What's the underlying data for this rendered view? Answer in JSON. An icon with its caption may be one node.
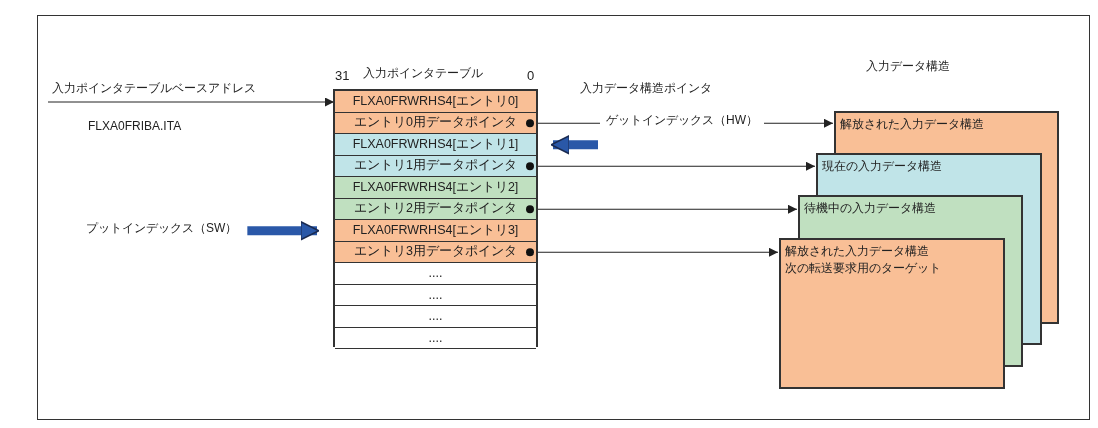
{
  "diagram": {
    "nodes": [
      {
        "text": [
          "入力ポインタテーブル"
        ]
      },
      {
        "text": [
          "FLXA0FRWRHS4[エントリ0]"
        ],
        "in": 0
      },
      {
        "text": [
          "エントリ0用データポインタ"
        ],
        "in": 0
      },
      {
        "text": [
          "FLXA0FRWRHS4[エントリ1]"
        ],
        "in": 0
      },
      {
        "text": [
          "エントリ1用データポインタ"
        ],
        "in": 0
      },
      {
        "text": [
          "FLXA0FRWRHS4[エントリ2]"
        ],
        "in": 0
      },
      {
        "text": [
          "エントリ2用データポインタ"
        ],
        "in": 0
      },
      {
        "text": [
          "FLXA0FRWRHS4[エントリ3]"
        ],
        "in": 0
      },
      {
        "text": [
          "エントリ3用データポインタ"
        ],
        "in": 0
      },
      {
        "text": [
          "...."
        ],
        "in": 0
      },
      {
        "text": [
          "...."
        ],
        "in": 0
      },
      {
        "text": [
          "...."
        ],
        "in": 0
      },
      {
        "text": [
          "...."
        ],
        "in": 0
      },
      {
        "text": [
          "解放された入力データ構造"
        ]
      },
      {
        "text": [
          "現在の入力データ構造"
        ]
      },
      {
        "text": [
          "待機中の入力データ構造"
        ]
      },
      {
        "text": [
          "解放された入力データ構造",
          "次の転送要求用のターゲット"
        ]
      },
      {
        "text": [
          "プットインデックス（SW）"
        ]
      }
    ],
    "edges": [
      {
        "from": null,
        "to": 1,
        "arrow": "to",
        "label": "入力ポインタテーブルベースアドレス"
      },
      {
        "from": 2,
        "to": 13,
        "arrow": "to",
        "label": "ゲットインデックス（HW）"
      },
      {
        "from": 4,
        "to": 14,
        "arrow": "to"
      },
      {
        "from": 6,
        "to": 15,
        "arrow": "to"
      },
      {
        "from": 8,
        "to": 16,
        "arrow": "to"
      },
      {
        "from": null,
        "to": 3,
        "arrow": "to",
        "style": "thick",
        "color": "#2a58a8"
      },
      {
        "from": 17,
        "to": 7,
        "arrow": "to",
        "style": "thick",
        "color": "#2a58a8"
      }
    ],
    "labels": [
      "31",
      "0",
      "FLXA0FRIBA.ITA",
      "入力データ構造ポインタ",
      "入力データ構造"
    ]
  }
}
